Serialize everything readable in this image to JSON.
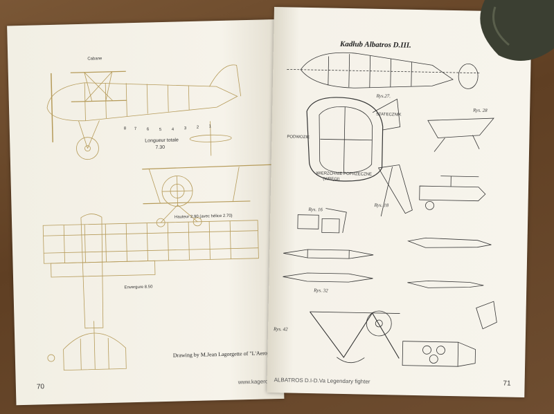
{
  "left_page": {
    "page_number": "70",
    "footer_url": "www.kagero.pl",
    "credit": "Drawing by M.Jean Lagorgette of \"L'Aerophile",
    "labels": {
      "cabane": "Cabane",
      "longueur_totale": "Longueur totale",
      "longueur_value": "7.30",
      "hauteur": "Hauteur 2.90 (avec hélice 2.70)",
      "envergure": "Envergure 8.50",
      "station_numbers": [
        "8",
        "7",
        "6",
        "5",
        "4",
        "3",
        "2",
        "1"
      ]
    }
  },
  "right_page": {
    "page_number": "71",
    "footer": "ALBATROS D.I-D.Va Legendary fighter",
    "title": "Kadłub Albatros D.III.",
    "figure_labels": {
      "rys27": "Rys.27.",
      "rys28": "Rys. 28",
      "rys18": "Rys. 18",
      "rys16": "Rys. 16",
      "rys32": "Rys. 32",
      "rys42": "Rys. 42",
      "statecznik": "STATECZNIK",
      "podwozie": "PODWOZIE",
      "wierzchnie": "WIERZCHNIE POPRZECZNE",
      "wregi": "(WRĘGI)"
    }
  }
}
